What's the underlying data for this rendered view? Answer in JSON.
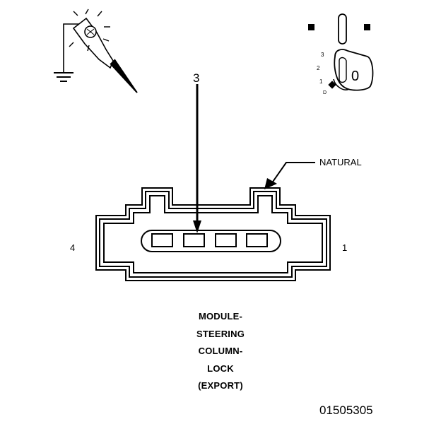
{
  "labels": {
    "pin_3": "3",
    "pin_4": "4",
    "pin_1": "1",
    "natural": "NATURAL",
    "key_position_0": "0",
    "key_position_1": "1",
    "key_position_2": "2",
    "key_position_3": "3",
    "key_position_d": "D"
  },
  "caption": {
    "line1": "MODULE-",
    "line2": "STEERING",
    "line3": "COLUMN-",
    "line4": "LOCK",
    "line5": "(EXPORT)"
  },
  "document_number": "01505305",
  "icons": {
    "test_light": "test-light-probe-icon",
    "ground": "ground-symbol-icon",
    "ignition_key": "ignition-switch-key-icon"
  },
  "colors": {
    "line": "#000000",
    "background": "#ffffff"
  }
}
